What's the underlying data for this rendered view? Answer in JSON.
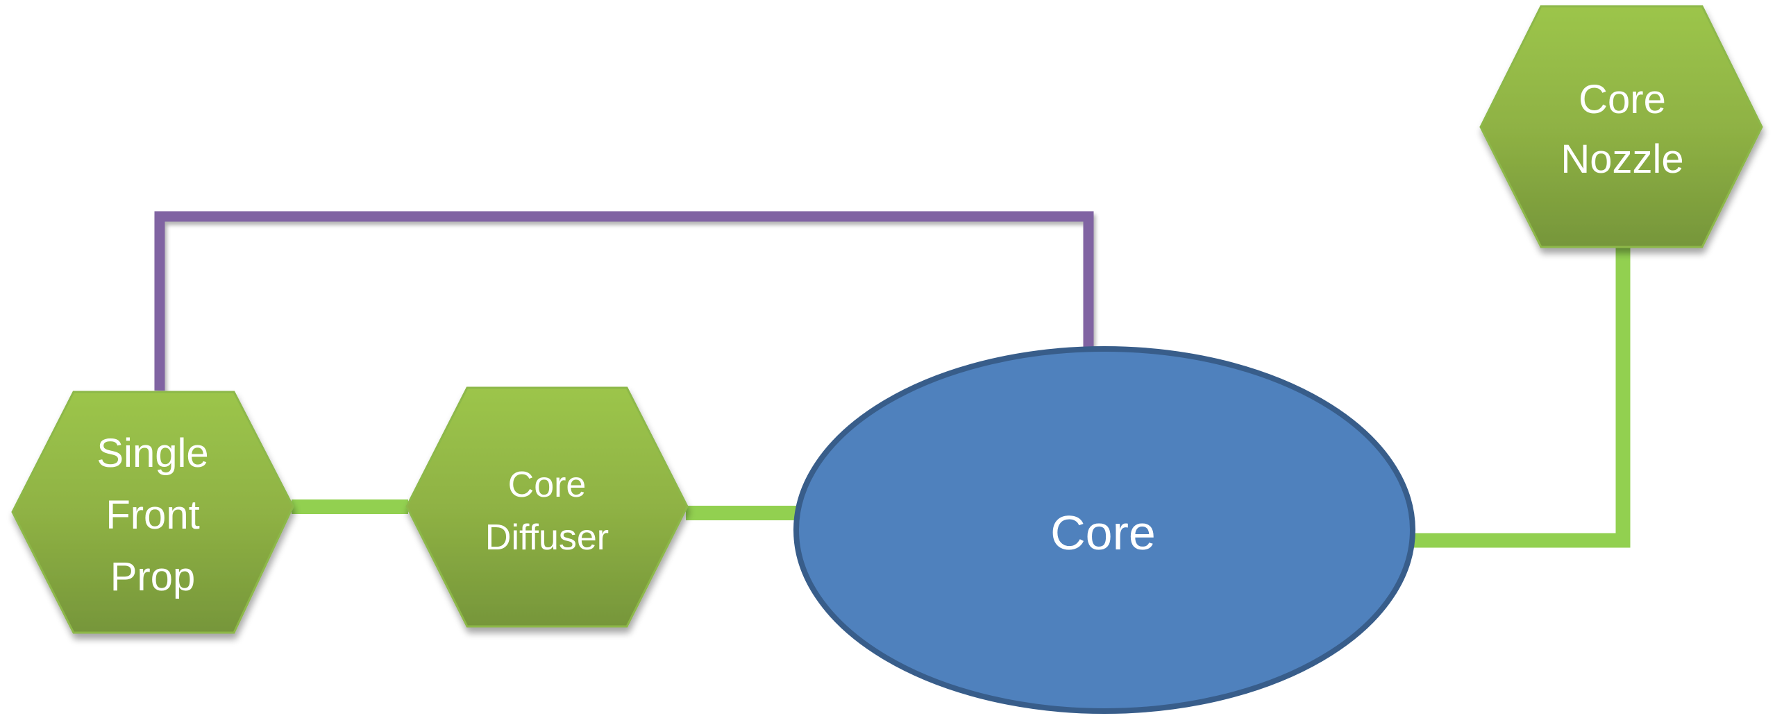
{
  "diagram": {
    "nodes": {
      "single_front_prop": {
        "shape": "hexagon",
        "lines": [
          "Single",
          "Front",
          "Prop"
        ]
      },
      "core_diffuser": {
        "shape": "hexagon",
        "lines": [
          "Core",
          "Diffuser"
        ]
      },
      "core": {
        "shape": "ellipse",
        "label": "Core"
      },
      "core_nozzle": {
        "shape": "hexagon",
        "lines": [
          "Core",
          "Nozzle"
        ]
      }
    },
    "connections": [
      {
        "from": "Single Front Prop",
        "to": "Core Diffuser",
        "color": "#92d050"
      },
      {
        "from": "Core Diffuser",
        "to": "Core",
        "color": "#92d050"
      },
      {
        "from": "Core",
        "to": "Core Nozzle",
        "color": "#92d050"
      },
      {
        "from": "Single Front Prop",
        "to": "Core",
        "color": "#8064a2"
      }
    ],
    "colors": {
      "hex_fill_top": "#9cc54b",
      "hex_fill_bottom": "#76963a",
      "hex_stroke": "#8db84a",
      "core_fill": "#4f81bd",
      "core_stroke": "#385d8a",
      "flow_line": "#92d050",
      "feedback_line": "#8064a2",
      "label": "#ffffff"
    }
  }
}
